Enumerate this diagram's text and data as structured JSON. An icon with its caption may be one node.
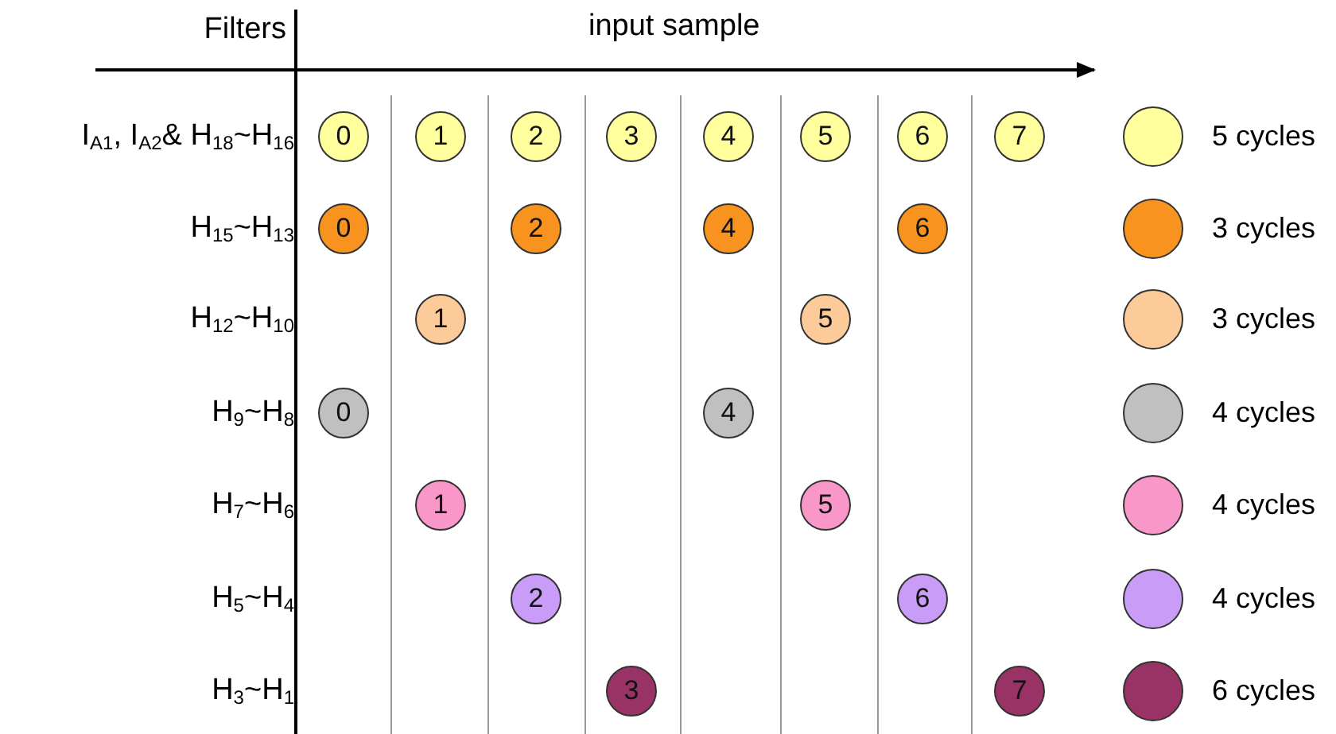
{
  "diagram": {
    "nodes": [
      {
        "text": [
          "0"
        ]
      },
      {
        "text": [
          "1"
        ]
      },
      {
        "text": [
          "2"
        ]
      },
      {
        "text": [
          "3"
        ]
      },
      {
        "text": [
          "4"
        ]
      },
      {
        "text": [
          "5"
        ]
      },
      {
        "text": [
          "6"
        ]
      },
      {
        "text": [
          "7"
        ]
      },
      {
        "text": [
          "0"
        ]
      },
      {
        "text": [
          "2"
        ]
      },
      {
        "text": [
          "4"
        ]
      },
      {
        "text": [
          "6"
        ]
      },
      {
        "text": [
          "1"
        ]
      },
      {
        "text": [
          "5"
        ]
      },
      {
        "text": [
          "0"
        ]
      },
      {
        "text": [
          "4"
        ]
      },
      {
        "text": [
          "1"
        ]
      },
      {
        "text": [
          "5"
        ]
      },
      {
        "text": [
          "2"
        ]
      },
      {
        "text": [
          "6"
        ]
      },
      {
        "text": [
          "3"
        ]
      },
      {
        "text": [
          "7"
        ]
      }
    ],
    "edges": [],
    "labels": [
      "Filters",
      "input sample",
      "I$_{A1}$, I$_{A2}$& H$_{18}$~H$_{16}$",
      "H$_{15}$~H$_{13}$",
      "H$_{12}$~H$_{10}$",
      "H$_{9}$~H$_{8}$",
      "H$_{7}$~H$_{6}$",
      "H$_{5}$~H$_{4}$",
      "H$_{3}$~H$_{1}$"
    ],
    "legend": [
      {
        "text": "5 cycles",
        "color": "#ffff9e"
      },
      {
        "text": "3 cycles",
        "color": "#f7931e"
      },
      {
        "text": "3 cycles",
        "color": "#fccb99"
      },
      {
        "text": "4 cycles",
        "color": "#c0c0c0"
      },
      {
        "text": "4 cycles",
        "color": "#f997c8"
      },
      {
        "text": "4 cycles",
        "color": "#c89cf7"
      },
      {
        "text": "6 cycles",
        "color": "#993366"
      }
    ]
  }
}
